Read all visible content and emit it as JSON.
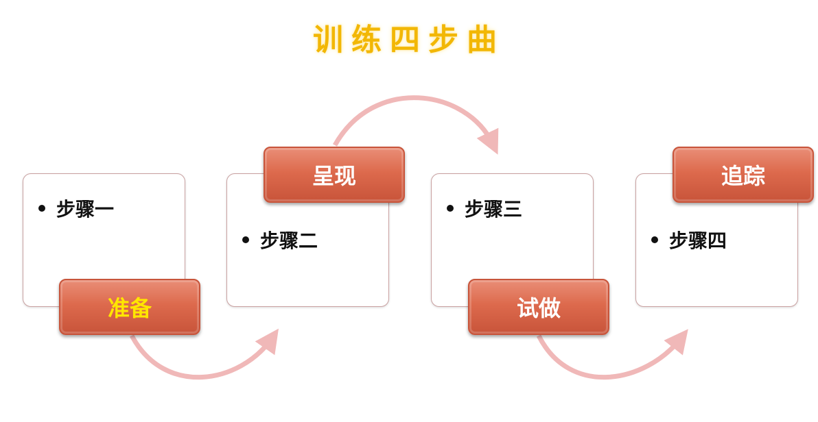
{
  "title": "训练四步曲",
  "steps": [
    {
      "label": "准备",
      "item": "步骤一"
    },
    {
      "label": "呈现",
      "item": "步骤二"
    },
    {
      "label": "试做",
      "item": "步骤三"
    },
    {
      "label": "追踪",
      "item": "步骤四"
    }
  ],
  "colors": {
    "title": "#f2b705",
    "label_fill": "#dd6a4d",
    "label_border": "#c8543a",
    "first_label_text": "#ffe600",
    "label_text": "#ffffff",
    "arrow": "#f0b8b8",
    "card_border": "#c9a0a0"
  }
}
